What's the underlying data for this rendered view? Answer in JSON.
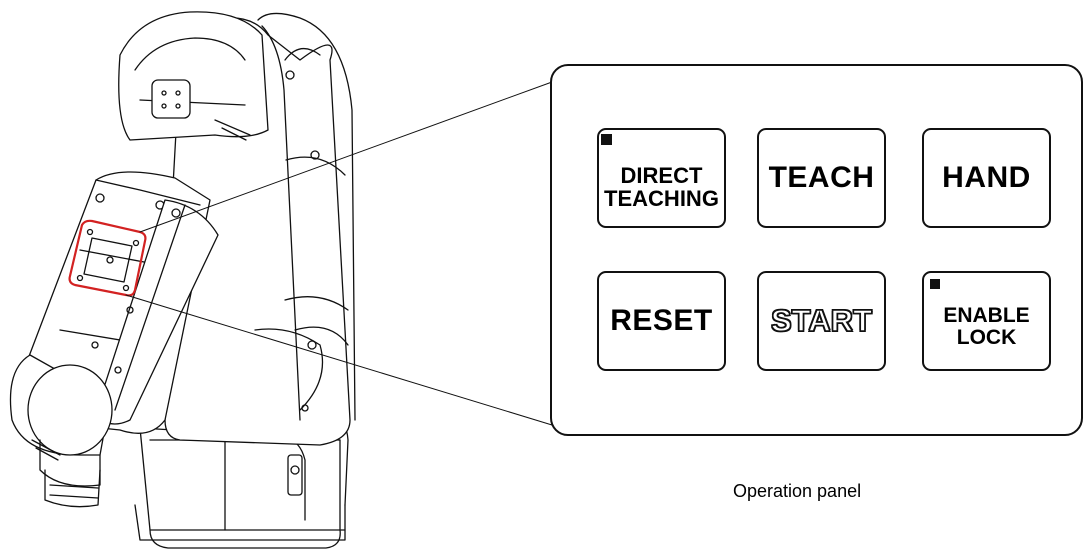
{
  "panel": {
    "caption": "Operation panel",
    "buttons": {
      "direct_teaching": {
        "line1": "DIRECT",
        "line2": "TEACHING"
      },
      "teach": {
        "label": "TEACH"
      },
      "hand": {
        "label": "HAND"
      },
      "reset": {
        "label": "RESET"
      },
      "start": {
        "label": "START"
      },
      "enable_lock": {
        "line1": "ENABLE",
        "line2": "LOCK"
      }
    }
  }
}
